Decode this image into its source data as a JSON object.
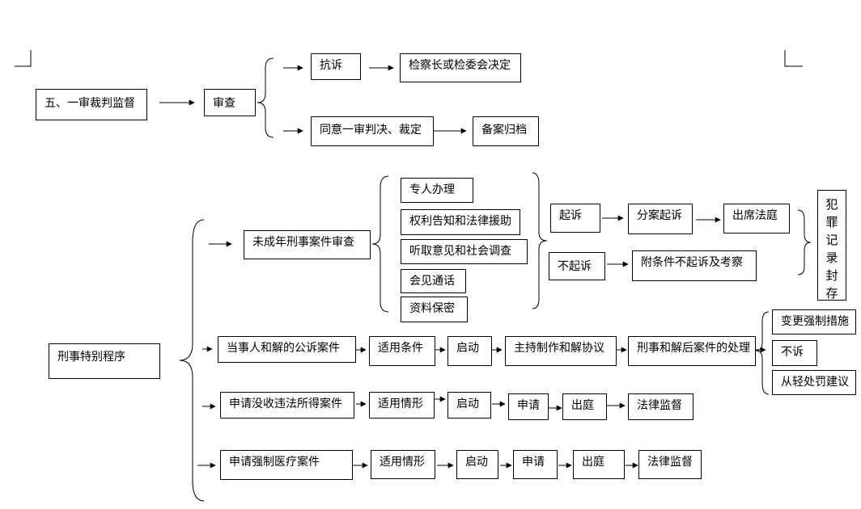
{
  "section5": {
    "root": "五、一审裁判监督",
    "review": "审查",
    "protest": "抗诉",
    "protest_decision": "检察长或检委会决定",
    "agree": "同意一审判决、裁定",
    "archive": "备案归档"
  },
  "special": {
    "root": "刑事特别程序",
    "juvenile": {
      "title": "未成年刑事案件审查",
      "items": [
        "专人办理",
        "权利告知和法律援助",
        "听取意见和社会调查",
        "会见通话",
        "资料保密"
      ],
      "prosecute": "起诉",
      "split_prosecute": "分案起诉",
      "attend_court": "出席法庭",
      "no_prosecute": "不起诉",
      "conditional": "附条件不起诉及考察",
      "sealed_record": [
        "犯",
        "罪",
        "记",
        "录",
        "封",
        "存"
      ]
    },
    "reconcile": {
      "title": "当事人和解的公诉案件",
      "conditions": "适用条件",
      "start": "启动",
      "preside": "主持制作和解协议",
      "handling": "刑事和解后案件的处理",
      "outcomes": [
        "变更强制措施",
        "不诉",
        "从轻处罚建议"
      ]
    },
    "confiscate": {
      "title": "申请没收违法所得案件",
      "situation": "适用情形",
      "start": "启动",
      "apply": "申请",
      "court": "出庭",
      "supervise": "法律监督"
    },
    "medical": {
      "title": "申请强制医疗案件",
      "situation": "适用情形",
      "start": "启动",
      "apply": "申请",
      "court": "出庭",
      "supervise": "法律监督"
    }
  }
}
